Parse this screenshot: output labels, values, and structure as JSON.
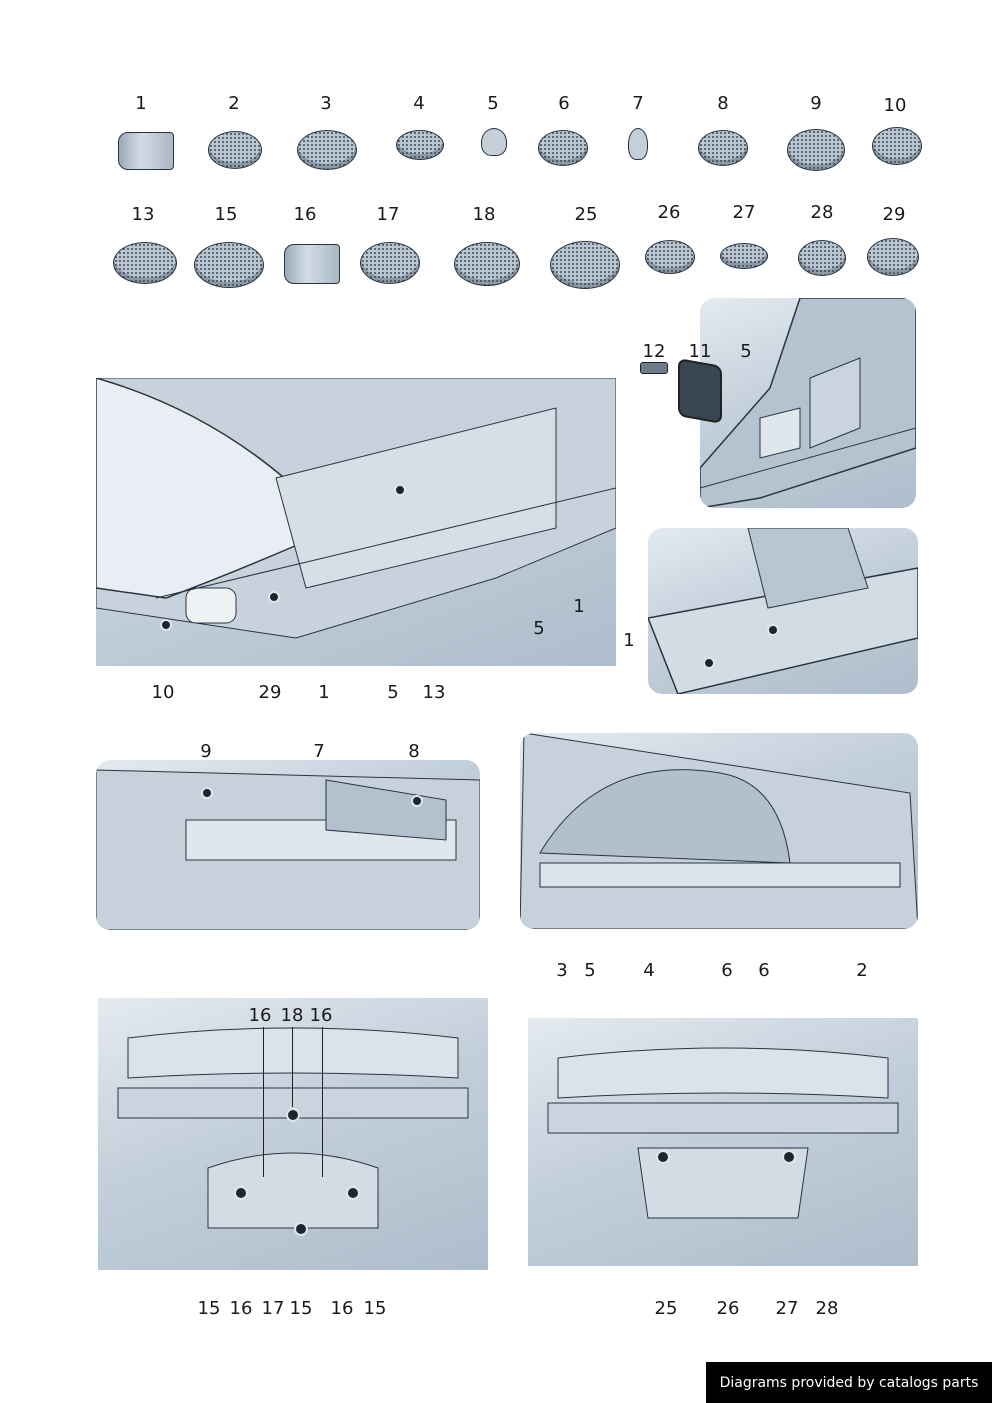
{
  "parts_row1": [
    "1",
    "2",
    "3",
    "4",
    "5",
    "6",
    "7",
    "8",
    "9",
    "10"
  ],
  "parts_row2": [
    "13",
    "15",
    "16",
    "17",
    "18",
    "25",
    "26",
    "27",
    "28",
    "29"
  ],
  "panel_door_detail": [
    "12",
    "11",
    "5"
  ],
  "panel_front_left": [
    "10",
    "29",
    "1",
    "5",
    "13",
    "5",
    "1"
  ],
  "panel_rear_side": [
    "1"
  ],
  "panel_firewall_left": [
    "9",
    "7",
    "8"
  ],
  "panel_firewall_right": [
    "3",
    "5",
    "4",
    "6",
    "6",
    "2"
  ],
  "panel_underbody_front": {
    "top": [
      "16",
      "18",
      "16"
    ],
    "bottom": [
      "15",
      "16",
      "17",
      "15",
      "16",
      "15"
    ]
  },
  "panel_underbody_rear": [
    "25",
    "26",
    "27",
    "28"
  ],
  "footer": {
    "credit": "Diagrams provided by catalogs parts"
  }
}
